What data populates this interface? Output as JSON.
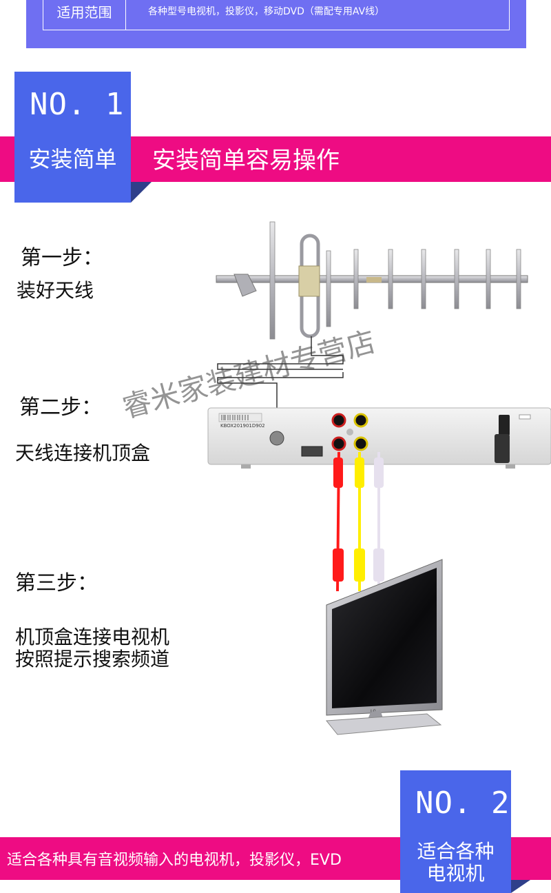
{
  "spec": {
    "key": "适用范围",
    "value": "各种型号电视机，投影仪，移动DVD（需配专用AV线）"
  },
  "section1": {
    "number": "NO. 1",
    "box_title": "安装简单",
    "banner": "安装简单容易操作"
  },
  "steps": {
    "step1_title": "第一步：",
    "step1_desc": "装好天线",
    "step2_title": "第二步：",
    "step2_desc": "天线连接机顶盒",
    "step3_title": "第三步：",
    "step3_desc_line1": "机顶盒连接电视机",
    "step3_desc_line2": "按照提示搜索频道"
  },
  "device": {
    "box_serial": "KBOX201901D902",
    "tv_brand": "LG"
  },
  "watermark": "睿米家装建材专营店",
  "section2": {
    "number": "NO. 2",
    "box_title_line1": "适合各种",
    "box_title_line2": "电视机",
    "banner": "适合各种具有音视频输入的电视机，投影仪，EVD"
  },
  "colors": {
    "pink": "#ee0c83",
    "blue": "#4a66ea",
    "panel": "#6f6ff2",
    "cable_red": "#ff1a1a",
    "cable_yellow": "#ffee00",
    "cable_white": "#e6e0ee"
  }
}
